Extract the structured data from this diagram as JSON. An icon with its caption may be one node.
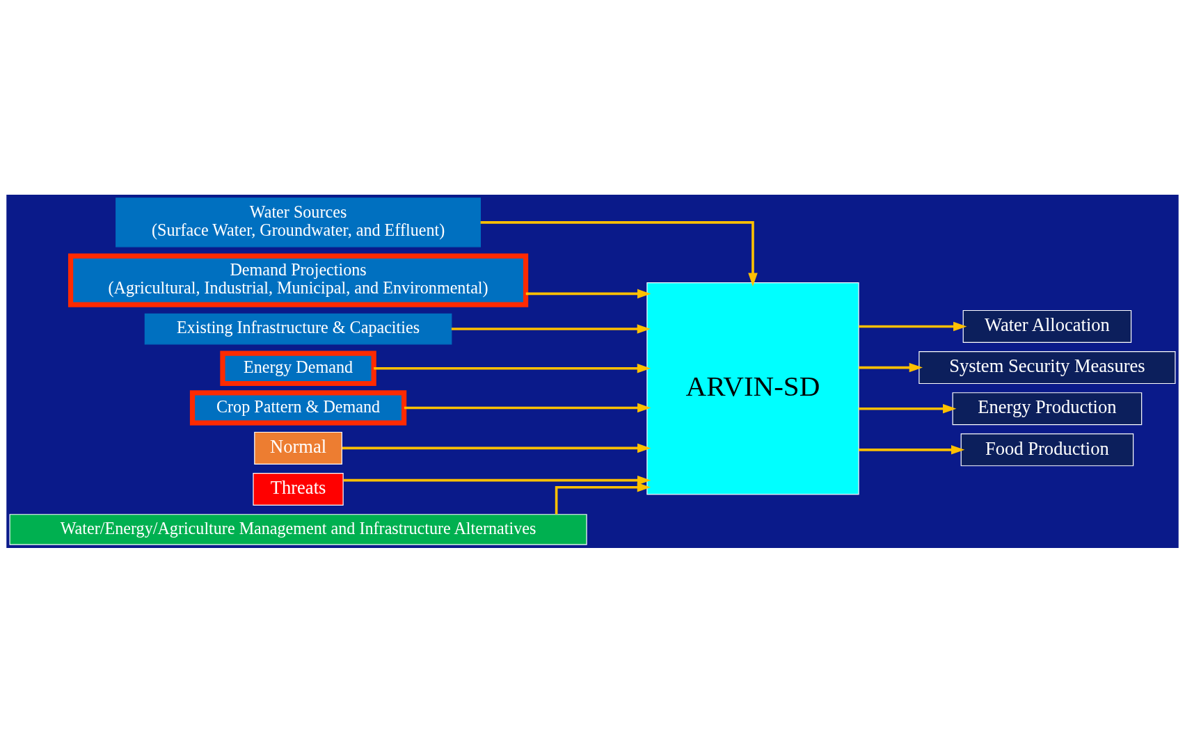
{
  "diagram": {
    "nodes": [
      {
        "text": [
          "Water Sources",
          "(Surface Water, Groundwater, and Effluent)"
        ]
      },
      {
        "text": [
          "Demand Projections",
          "(Agricultural, Industrial, Municipal, and Environmental)"
        ]
      },
      {
        "text": [
          "Existing Infrastructure & Capacities"
        ]
      },
      {
        "text": [
          "Energy Demand"
        ]
      },
      {
        "text": [
          "Crop Pattern & Demand"
        ]
      },
      {
        "text": [
          "Normal"
        ]
      },
      {
        "text": [
          "Threats"
        ]
      },
      {
        "text": [
          "ARVIN-SD"
        ]
      },
      {
        "text": [
          "Water/Energy/Agriculture Management and Infrastructure Alternatives"
        ]
      },
      {
        "text": [
          "Water Allocation"
        ]
      },
      {
        "text": [
          "System Security Measures"
        ]
      },
      {
        "text": [
          "Energy Production"
        ]
      },
      {
        "text": [
          "Food Production"
        ]
      }
    ],
    "edges": [
      {
        "from": 0,
        "to": 7,
        "arrow": "to"
      },
      {
        "from": 1,
        "to": 7,
        "arrow": "to"
      },
      {
        "from": 2,
        "to": 7,
        "arrow": "to"
      },
      {
        "from": 3,
        "to": 7,
        "arrow": "to"
      },
      {
        "from": 4,
        "to": 7,
        "arrow": "to"
      },
      {
        "from": 5,
        "to": 7,
        "arrow": "to"
      },
      {
        "from": 6,
        "to": 7,
        "arrow": "to"
      },
      {
        "from": 8,
        "to": 7,
        "arrow": "to"
      },
      {
        "from": 7,
        "to": 9,
        "arrow": "to"
      },
      {
        "from": 7,
        "to": 10,
        "arrow": "to"
      },
      {
        "from": 7,
        "to": 11,
        "arrow": "to"
      },
      {
        "from": 7,
        "to": 12,
        "arrow": "to"
      }
    ]
  }
}
